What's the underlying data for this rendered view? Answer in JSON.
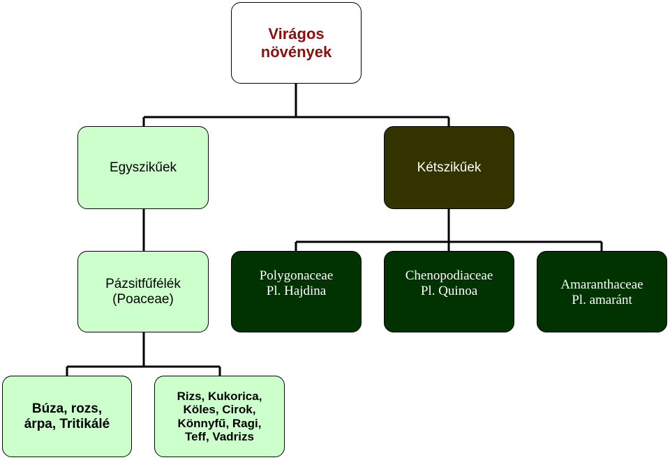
{
  "root": {
    "line1": "Virágos",
    "line2": "növények"
  },
  "classes": {
    "monocots": "Egyszikűek",
    "dicots": "Kétszikűek"
  },
  "families": {
    "poaceae": {
      "line1": "Pázsitfűfélék",
      "line2": "(Poaceae)"
    },
    "polygonaceae": {
      "line1": "Polygonaceae",
      "line2": "Pl. Hajdina"
    },
    "chenopodiaceae": {
      "line1": "Chenopodiaceae",
      "line2": "Pl. Quinoa"
    },
    "amaranthaceae": {
      "line1": "Amaranthaceae",
      "line2": "Pl. amaránt"
    }
  },
  "examples": {
    "group1": {
      "line1": "Búza, rozs,",
      "line2": "árpa, Tritikálé"
    },
    "group2": {
      "line1": "Rizs, Kukorica,",
      "line2": "Köles, Cirok,",
      "line3": "Könnyfű, Ragi,",
      "line4": "Teff, Vadrizs"
    }
  },
  "colors": {
    "root_text": "#8b0f0f",
    "light_green": "#ccffcc",
    "olive_dark": "#333300",
    "dark_green": "#003300"
  }
}
